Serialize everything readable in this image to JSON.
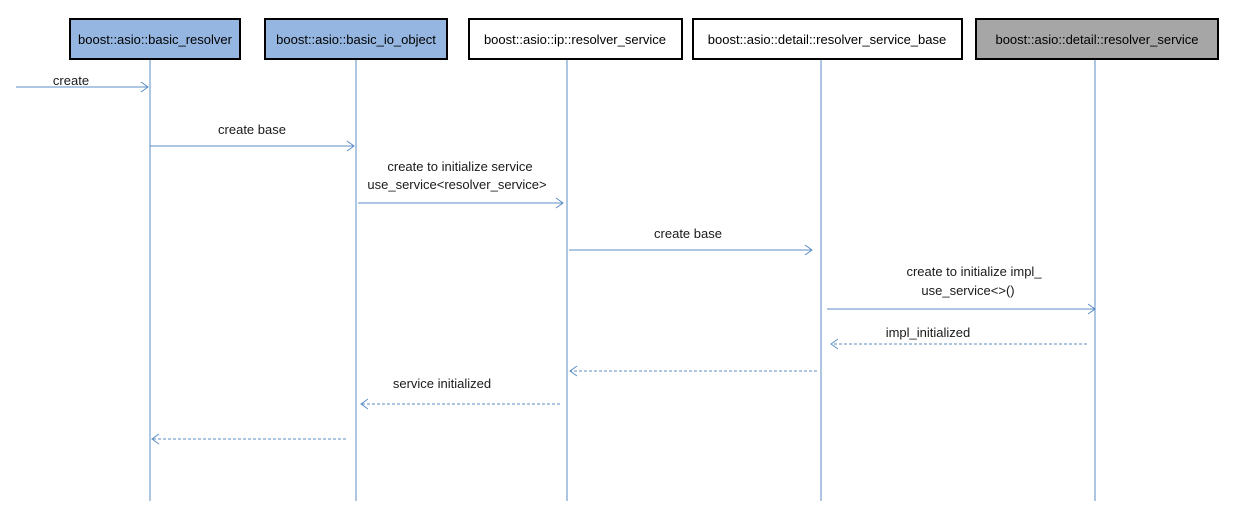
{
  "colors": {
    "line": "#5b8cc4",
    "border": "#000000",
    "blue_fill": "#94b6e0",
    "white_fill": "#ffffff",
    "gray_fill": "#a6a6a6"
  },
  "lifelines": [
    {
      "label": "boost::asio::basic_resolver",
      "fill": "blue"
    },
    {
      "label": "boost::asio::basic_io_object",
      "fill": "blue"
    },
    {
      "label": "boost::asio::ip::resolver_service",
      "fill": "white"
    },
    {
      "label": "boost::asio::detail::resolver_service_base",
      "fill": "white"
    },
    {
      "label": "boost::asio::detail::resolver_service",
      "fill": "gray"
    }
  ],
  "messages": [
    {
      "lines": [
        "create"
      ],
      "from": "entry",
      "to": 0,
      "style": "solid"
    },
    {
      "lines": [
        "create base"
      ],
      "from": 0,
      "to": 1,
      "style": "solid"
    },
    {
      "lines": [
        "create to initialize service",
        "use_service<resolver_service>"
      ],
      "from": 1,
      "to": 2,
      "style": "solid"
    },
    {
      "lines": [
        "create base"
      ],
      "from": 2,
      "to": 3,
      "style": "solid"
    },
    {
      "lines": [
        "create to initialize impl_",
        "use_service<>()"
      ],
      "from": 3,
      "to": 4,
      "style": "solid"
    },
    {
      "lines": [
        "impl_initialized"
      ],
      "from": 4,
      "to": 3,
      "style": "dashed"
    },
    {
      "lines": [],
      "from": 3,
      "to": 2,
      "style": "dashed"
    },
    {
      "lines": [
        "service initialized"
      ],
      "from": 2,
      "to": 1,
      "style": "dashed"
    },
    {
      "lines": [],
      "from": 1,
      "to": 0,
      "style": "dashed"
    }
  ]
}
